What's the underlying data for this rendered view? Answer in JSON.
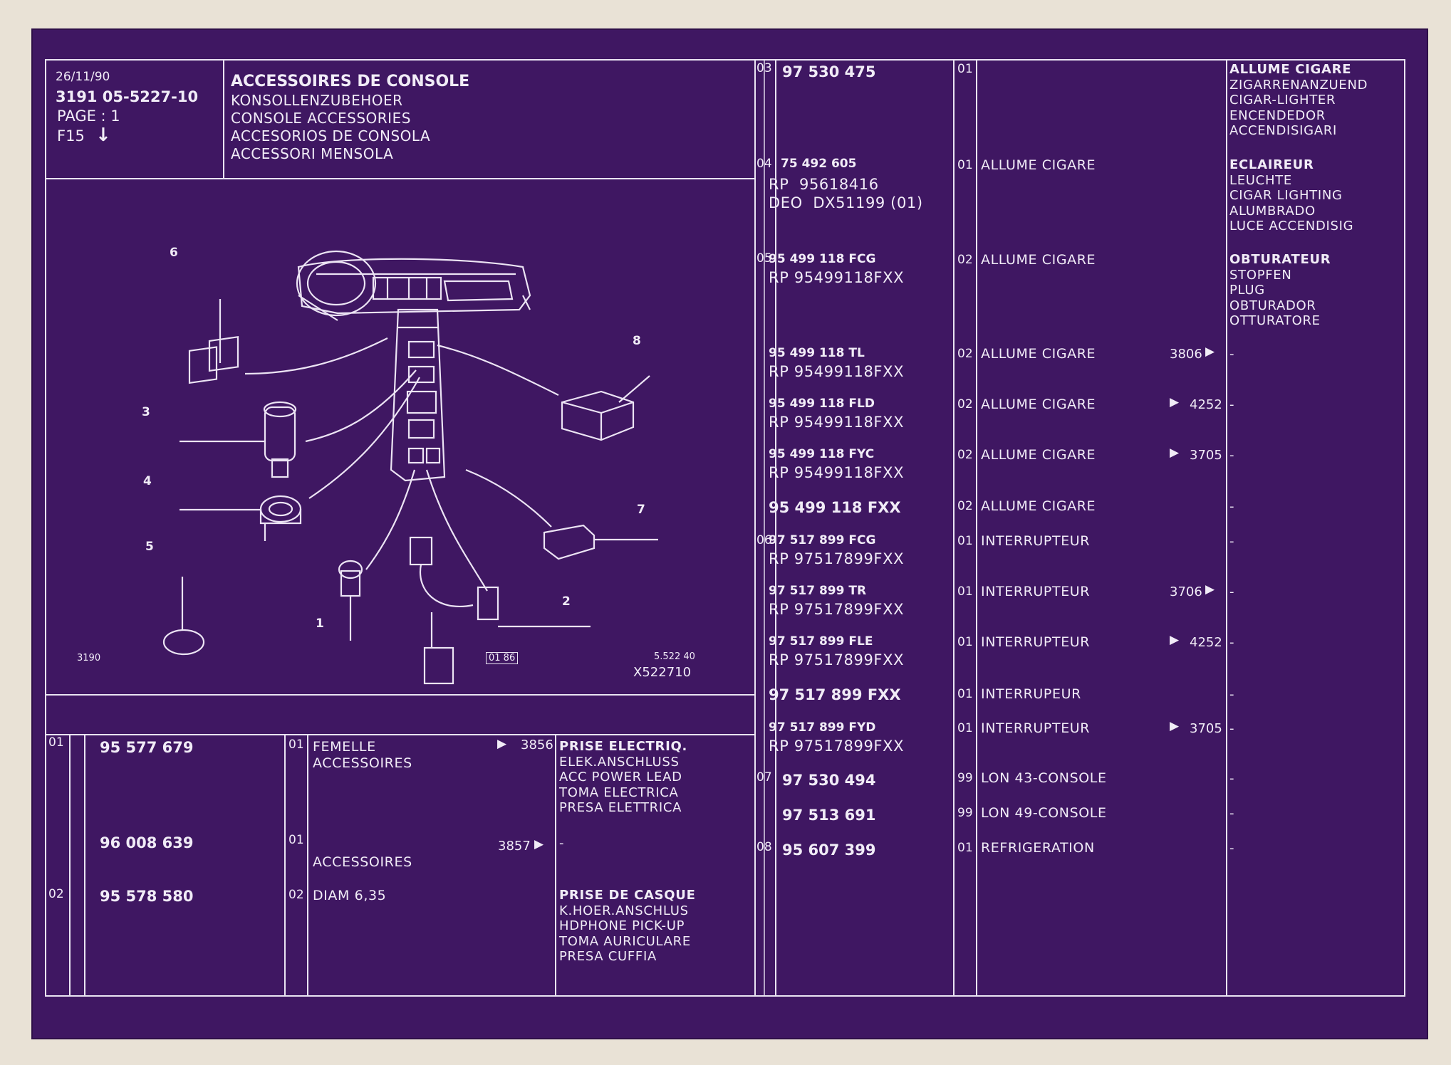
{
  "header": {
    "date": "26/11/90",
    "ref": "3191  05-5227-10",
    "page": "PAGE : 1",
    "frame": "F15",
    "frame_arrow": "↓",
    "titles": [
      "ACCESSOIRES DE CONSOLE",
      "KONSOLLENZUBEHOER",
      "CONSOLE ACCESSORIES",
      "ACCESORIOS DE CONSOLA",
      "ACCESSORI MENSOLA"
    ]
  },
  "diagram": {
    "callouts": [
      "1",
      "2",
      "3",
      "4",
      "5",
      "6",
      "7",
      "8"
    ],
    "code_left": "3190",
    "date_code": "01 86",
    "ref_small": "5.522 40",
    "ref_x": "X522710"
  },
  "left_table": {
    "rows": [
      {
        "item": "01",
        "part": "95 577 679",
        "qty": "01",
        "desc": "FEMELLE\nACCESSOIRES",
        "ref": "3856",
        "arrow": "▶",
        "lang": "PRISE ELECTRIQ.\nELEK.ANSCHLUSS\nACC POWER LEAD\nTOMA ELECTRICA\nPRESA ELETTRICA"
      },
      {
        "item": "",
        "part": "96 008 639",
        "qty": "01",
        "desc": "ACCESSOIRES",
        "ref": "3857",
        "arrow": "▶",
        "lang": "-"
      },
      {
        "item": "02",
        "part": "95 578 580",
        "qty": "02",
        "desc": "DIAM 6,35",
        "ref": "",
        "arrow": "",
        "lang": "PRISE DE CASQUE\nK.HOER.ANSCHLUS\nHDPHONE PICK-UP\nTOMA AURICULARE\nPRESA CUFFIA"
      }
    ]
  },
  "right_table": {
    "rows": [
      {
        "item": "03",
        "part": "97 530 475",
        "sub": "",
        "qty": "01",
        "desc": "",
        "ref": "",
        "arrow": "",
        "lang": "ALLUME CIGARE\nZIGARRENANZUEND\nCIGAR-LIGHTER\nENCENDEDOR\nACCENDISIGARI"
      },
      {
        "item": "04",
        "part": "75 492 605",
        "sub": "RP  95618416\nDEO  DX51199 (01)",
        "qty": "01",
        "desc": "ALLUME CIGARE",
        "ref": "",
        "arrow": "",
        "lang": "ECLAIREUR\nLEUCHTE\nCIGAR LIGHTING\nALUMBRADO\nLUCE ACCENDISIG"
      },
      {
        "item": "05",
        "part": "95 499 118 FCG",
        "sub": "RP  95499118FXX",
        "qty": "02",
        "desc": "ALLUME CIGARE",
        "ref": "",
        "arrow": "",
        "lang": "OBTURATEUR\nSTOPFEN\nPLUG\nOBTURADOR\nOTTURATORE"
      },
      {
        "item": "",
        "part": "95 499 118 TL",
        "sub": "RP  95499118FXX",
        "qty": "02",
        "desc": "ALLUME CIGARE",
        "ref": "3806",
        "arrow": "▶",
        "lang": "-"
      },
      {
        "item": "",
        "part": "95 499 118 FLD",
        "sub": "RP  95499118FXX",
        "qty": "02",
        "desc": "ALLUME CIGARE",
        "ref": "4252",
        "arrow": "▶",
        "lang": "-"
      },
      {
        "item": "",
        "part": "95 499 118 FYC",
        "sub": "RP  95499118FXX",
        "qty": "02",
        "desc": "ALLUME CIGARE",
        "ref": "3705",
        "arrow": "▶",
        "lang": "-"
      },
      {
        "item": "",
        "part": "95 499 118 FXX",
        "sub": "",
        "qty": "02",
        "desc": "ALLUME CIGARE",
        "ref": "",
        "arrow": "",
        "lang": "-"
      },
      {
        "item": "06",
        "part": "97 517 899 FCG",
        "sub": "RP  97517899FXX",
        "qty": "01",
        "desc": "INTERRUPTEUR",
        "ref": "",
        "arrow": "",
        "lang": "-"
      },
      {
        "item": "",
        "part": "97 517 899 TR",
        "sub": "RP  97517899FXX",
        "qty": "01",
        "desc": "INTERRUPTEUR",
        "ref": "3706",
        "arrow": "▶",
        "lang": "-"
      },
      {
        "item": "",
        "part": "97 517 899 FLE",
        "sub": "RP  97517899FXX",
        "qty": "01",
        "desc": "INTERRUPTEUR",
        "ref": "4252",
        "arrow": "▶",
        "lang": "-"
      },
      {
        "item": "",
        "part": "97 517 899 FXX",
        "sub": "",
        "qty": "01",
        "desc": "INTERRUPEUR",
        "ref": "",
        "arrow": "",
        "lang": "-"
      },
      {
        "item": "",
        "part": "97 517 899 FYD",
        "sub": "RP  97517899FXX",
        "qty": "01",
        "desc": "INTERRUPTEUR",
        "ref": "3705",
        "arrow": "▶",
        "lang": "-"
      },
      {
        "item": "07",
        "part": "97 530 494",
        "sub": "",
        "qty": "99",
        "desc": "LON 43-CONSOLE",
        "ref": "",
        "arrow": "",
        "lang": "-"
      },
      {
        "item": "",
        "part": "97 513 691",
        "sub": "",
        "qty": "99",
        "desc": "LON 49-CONSOLE",
        "ref": "",
        "arrow": "",
        "lang": "-"
      },
      {
        "item": "08",
        "part": "95 607 399",
        "sub": "",
        "qty": "01",
        "desc": "REFRIGERATION",
        "ref": "",
        "arrow": "",
        "lang": "-"
      }
    ]
  }
}
